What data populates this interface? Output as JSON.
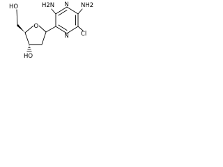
{
  "molecule": {
    "atoms": {
      "amine_left": "H2N",
      "amine_right": "NH2",
      "ring_nitrogen_top": "N",
      "ring_nitrogen_bottom": "N",
      "chloro": "Cl",
      "ring_oxygen": "O",
      "hydroxymethyl": "HO",
      "hydroxyl": "HO"
    }
  }
}
